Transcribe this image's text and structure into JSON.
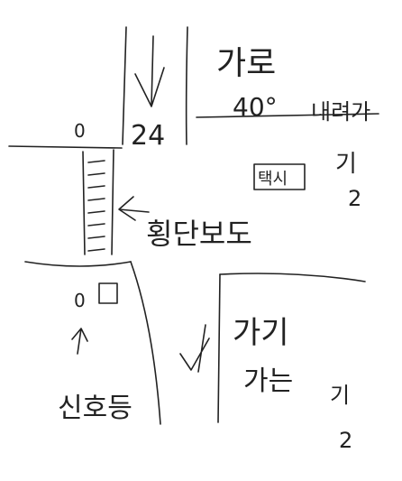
{
  "labels": {
    "garo": "가로",
    "forty_deg": "40°",
    "naeryeoga": "내려가",
    "gi_1": "기",
    "num_2a": "2",
    "jjeo": "24",
    "zero_top": "0",
    "taegsi": "택시",
    "hoengdanbodo": "횡단보도",
    "zero_mid": "0",
    "shinho": "신호등",
    "gagi": "가기",
    "ganeun": "가는",
    "gi_2": "기",
    "num_2b": "2"
  },
  "colors": {
    "ink": "#222222",
    "paper": "#ffffff"
  }
}
